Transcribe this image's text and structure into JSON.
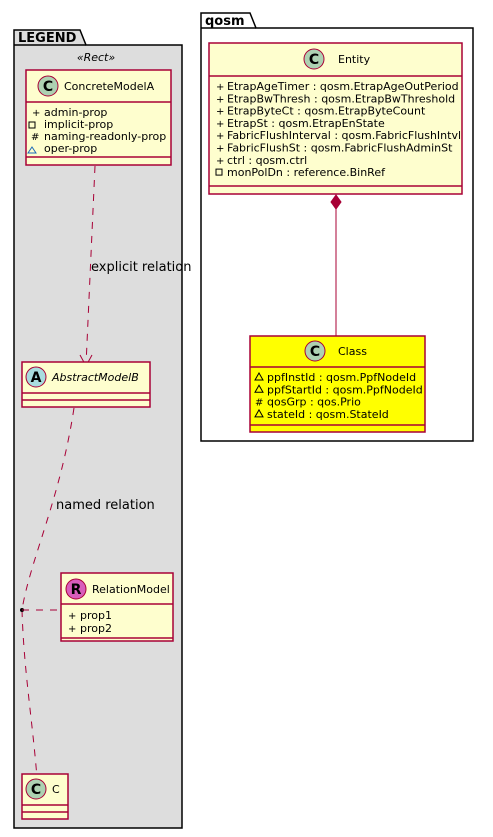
{
  "packages": {
    "legend": {
      "label": "LEGEND",
      "stereotype": "«Rect»"
    },
    "qosm": {
      "label": "qosm"
    }
  },
  "classes": {
    "concrete_model_a": {
      "name": "ConcreteModelA",
      "icon_letter": "C",
      "attributes": [
        {
          "vis": "+",
          "text": "admin-prop"
        },
        {
          "vis": "-",
          "text": "implicit-prop"
        },
        {
          "vis": "#",
          "text": "naming-readonly-prop"
        },
        {
          "vis": "~",
          "text": "oper-prop"
        }
      ]
    },
    "abstract_model_b": {
      "name": "AbstractModelB",
      "icon_letter": "A"
    },
    "relation_model": {
      "name": "RelationModel",
      "icon_letter": "R",
      "attributes": [
        {
          "vis": "+",
          "text": "prop1"
        },
        {
          "vis": "+",
          "text": "prop2"
        }
      ]
    },
    "c": {
      "name": "C",
      "icon_letter": "C"
    },
    "entity": {
      "name": "Entity",
      "icon_letter": "C",
      "attributes": [
        {
          "vis": "+",
          "text": "EtrapAgeTimer : qosm.EtrapAgeOutPeriod"
        },
        {
          "vis": "+",
          "text": "EtrapBwThresh : qosm.EtrapBwThreshold"
        },
        {
          "vis": "+",
          "text": "EtrapByteCt : qosm.EtrapByteCount"
        },
        {
          "vis": "+",
          "text": "EtrapSt : qosm.EtrapEnState"
        },
        {
          "vis": "+",
          "text": "FabricFlushInterval : qosm.FabricFlushIntvl"
        },
        {
          "vis": "+",
          "text": "FabricFlushSt : qosm.FabricFlushAdminSt"
        },
        {
          "vis": "+",
          "text": "ctrl : qosm.ctrl"
        },
        {
          "vis": "-",
          "text": "monPolDn : reference.BinRef"
        }
      ]
    },
    "class_box": {
      "name": "Class",
      "icon_letter": "C",
      "attributes": [
        {
          "vis": "~",
          "text": "ppfInstId : qosm.PpfNodeId"
        },
        {
          "vis": "~",
          "text": "ppfStartId : qosm.PpfNodeId"
        },
        {
          "vis": "#",
          "text": "qosGrp : qos.Prio"
        },
        {
          "vis": "~",
          "text": "stateId : qosm.StateId"
        }
      ]
    }
  },
  "relations": {
    "explicit": "explicit relation",
    "named": "named relation"
  }
}
